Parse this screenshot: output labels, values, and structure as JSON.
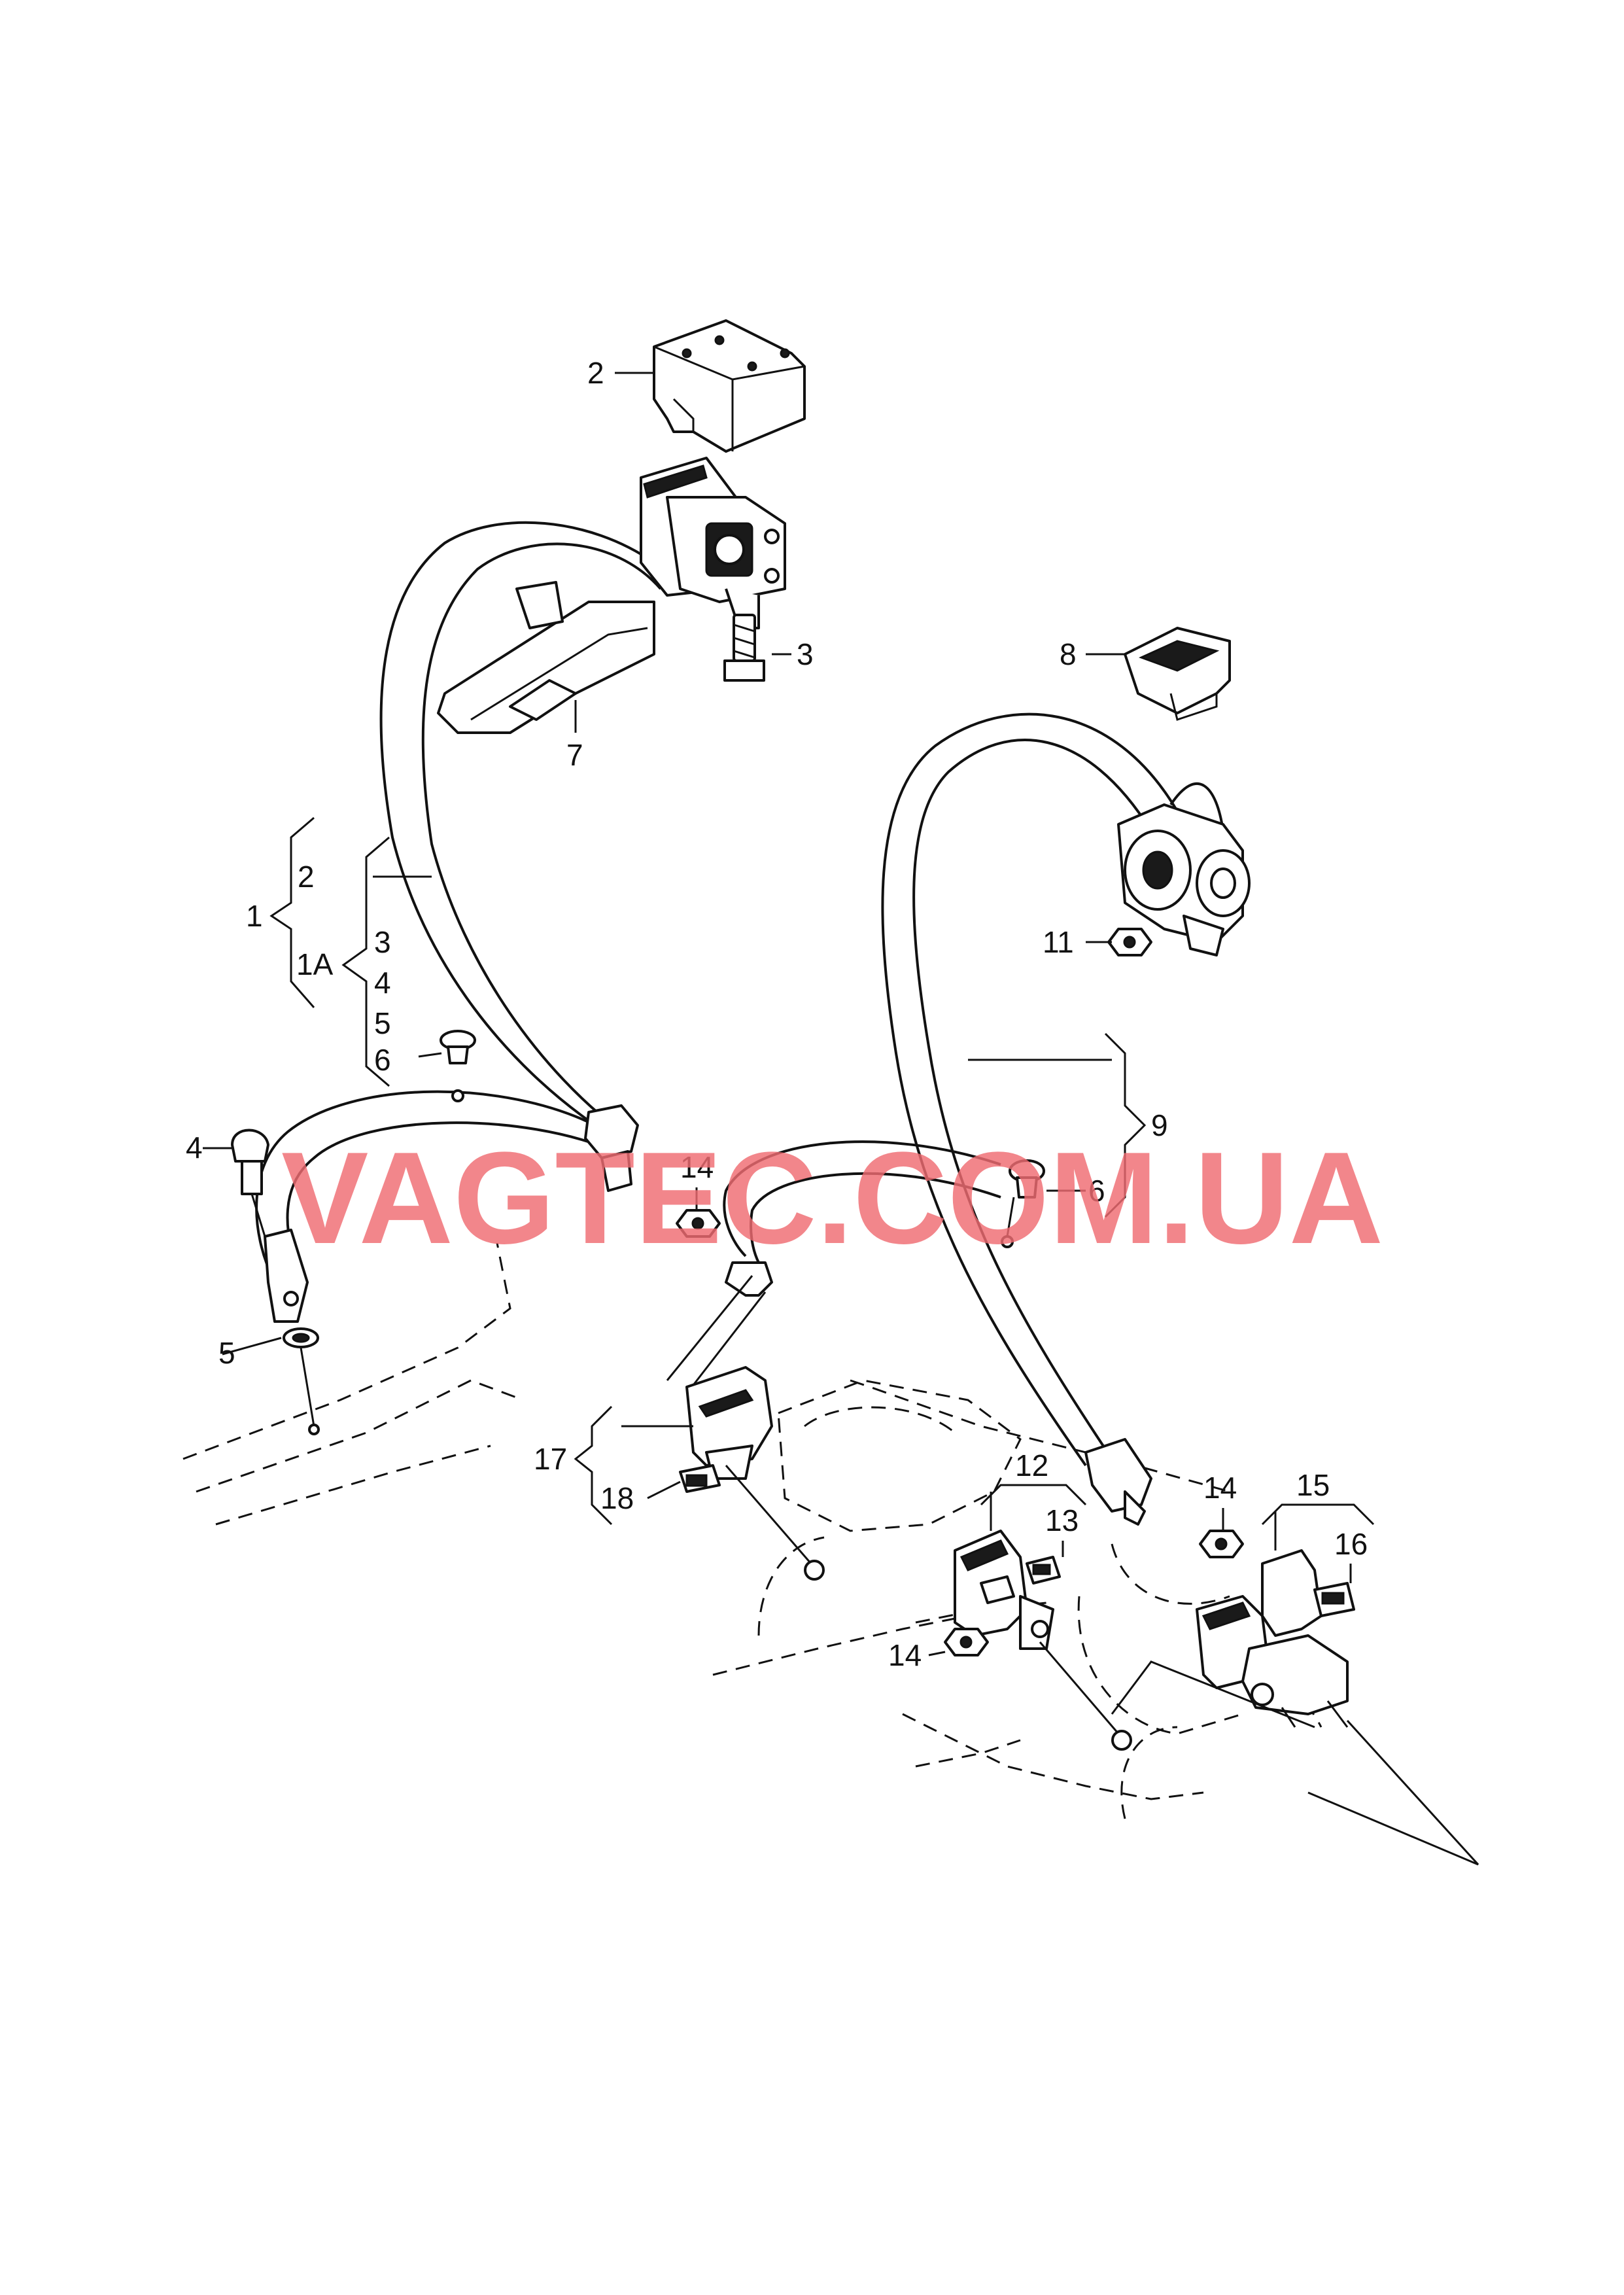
{
  "watermark": "VAGTEC.COM.UA",
  "callouts": {
    "c1": "1",
    "c1a": "1A",
    "c2": "2",
    "c2b": "2",
    "c3": "3",
    "c3b": "3",
    "c4": "4",
    "c4b": "4",
    "c5": "5",
    "c5b": "5",
    "c6": "6",
    "c6b": "6",
    "c7": "7",
    "c8": "8",
    "c9": "9",
    "c11": "11",
    "c12": "12",
    "c13": "13",
    "c14a": "14",
    "c14b": "14",
    "c14c": "14",
    "c15": "15",
    "c16": "16",
    "c17": "17",
    "c18": "18"
  }
}
